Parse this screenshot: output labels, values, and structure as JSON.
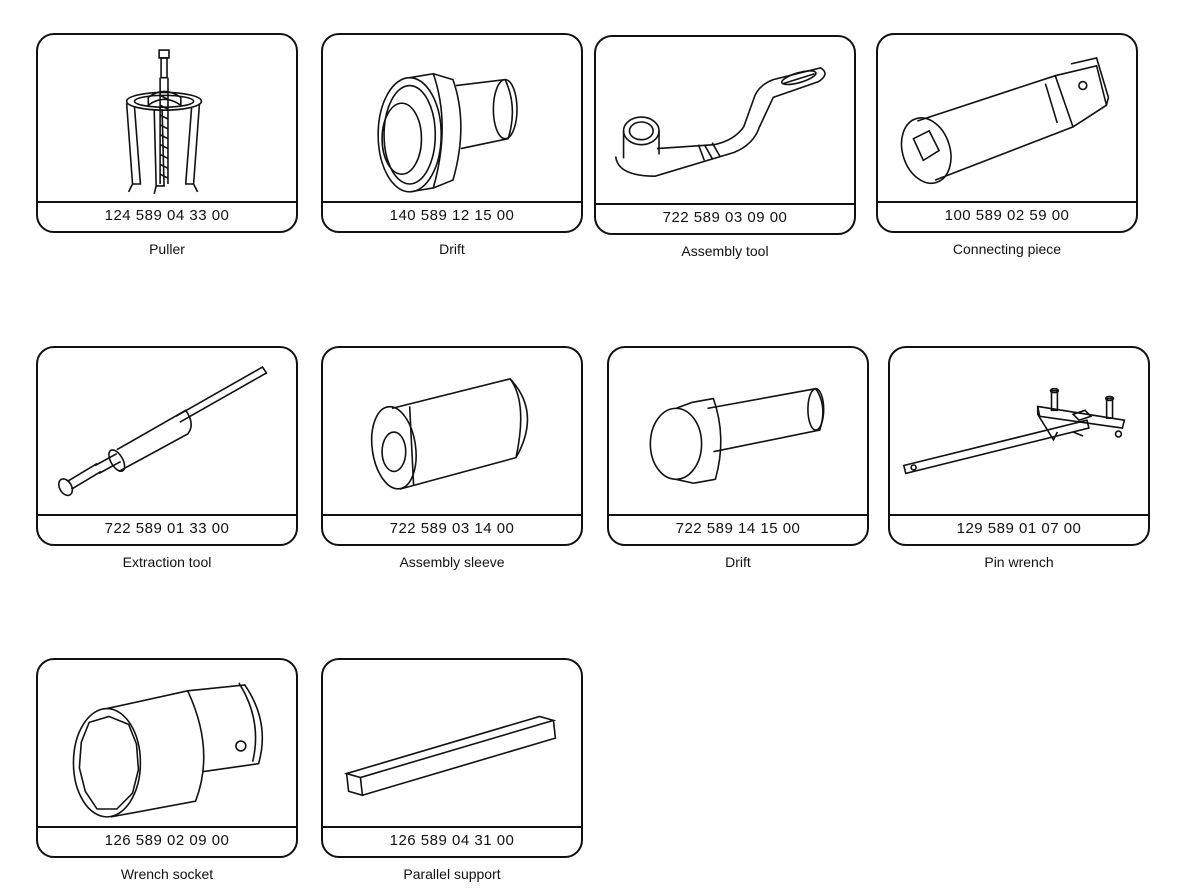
{
  "tools": [
    {
      "part_number": "124 589 04 33 00",
      "name": "Puller",
      "icon": "puller-icon"
    },
    {
      "part_number": "140 589 12 15 00",
      "name": "Drift",
      "icon": "drift-icon"
    },
    {
      "part_number": "722 589 03 09 00",
      "name": "Assembly tool",
      "icon": "assembly-tool-icon"
    },
    {
      "part_number": "100 589 02 59 00",
      "name": "Connecting piece",
      "icon": "connecting-piece-icon"
    },
    {
      "part_number": "722 589 01 33 00",
      "name": "Extraction tool",
      "icon": "extraction-tool-icon"
    },
    {
      "part_number": "722 589 03 14 00",
      "name": "Assembly sleeve",
      "icon": "assembly-sleeve-icon"
    },
    {
      "part_number": "722 589 14 15 00",
      "name": "Drift",
      "icon": "drift-icon"
    },
    {
      "part_number": "129 589 01 07 00",
      "name": "Pin wrench",
      "icon": "pin-wrench-icon"
    },
    {
      "part_number": "126 589 02 09 00",
      "name": "Wrench socket",
      "icon": "wrench-socket-icon"
    },
    {
      "part_number": "126 589 04 31 00",
      "name": "Parallel support",
      "icon": "parallel-support-icon"
    }
  ]
}
